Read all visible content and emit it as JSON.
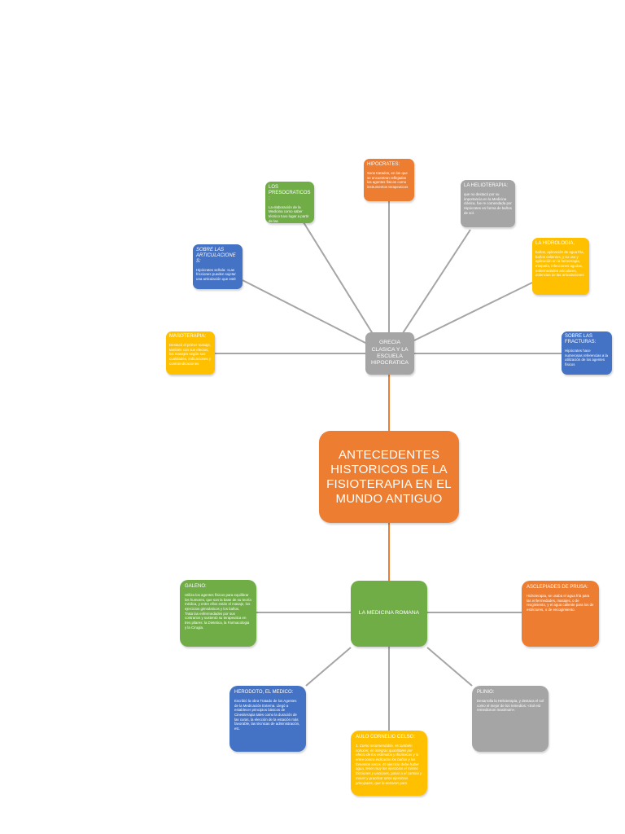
{
  "title": "ANTECEDENTES HISTORICOS DE LA FISIOTERAPIA EN EL MUNDO ANTIGUO",
  "colors": {
    "green": "#70ad47",
    "orange": "#ed7d31",
    "gray": "#a5a5a5",
    "blue": "#4472c4",
    "yellow": "#ffc000",
    "line_gray": "#a5a5a5",
    "line_orange": "#ed7d31"
  },
  "grecia": {
    "hub": "GRECIA CLASICA Y LA ESCUELA HIPOCRATICA",
    "presocraticos": {
      "title": "LOS PRESOCRATICOS :",
      "body": "La elaboración de la Medicina como saber técnico tuvo lugar a partir de las"
    },
    "hipocrates": {
      "title": "HIPOCRATES:",
      "body": "Sons tratados, en los que se encuentran reflejados los agentes físicos como instrumentos terapeuticos"
    },
    "helioterapia": {
      "title": "LA HELIOTERAPIA:",
      "body": "que no destacó por su importancia en la Medicina clásica, fue re comendada por Hipócrates en forma de baños de sol."
    },
    "articulaciones": {
      "title": "SOBRE LAS ARTICULACIONE S:",
      "body": "Hipócrates señala: «Las fricciones pueden sujetar una articulación que esté"
    },
    "hidrologia": {
      "title": "LA HIDROLOGIA,",
      "body": "baños, aplicación de agua fría, baños calientes, y su uso y aplicación en la hemorragia, miopatía, infecciones agudas, enfermedades articulares, dolencias de las articulaciones"
    },
    "masoterapia": {
      "title": "MASOTERAPIA:",
      "body": "Destacó el primer masaje, también con sus efectos, los masajes según sus cualidades, indicaciones y contraindicaciones"
    },
    "fracturas": {
      "title": "SOBRE LAS FRACTURAS:",
      "body": "Hipócrates hace numerosas referencias a la utilización de los agentes físicos"
    }
  },
  "roma": {
    "hub": "LA MEDICINA ROMANA",
    "galeno": {
      "title": "GALENO:",
      "body1": "Utiliza los agentes físicos para equilibrar los humores, que son la base de su teoría médica, y entre ellos están el masaje, los ejercicios gimnásticos y los baños.",
      "body2": "Trata las enfermedades por sus contrarios y sustentó su terapeutica en tres pilares: la Dietetica, la Farmacologia y la Cirugia."
    },
    "asclepiades": {
      "title": "ASCLEPIADES DE PRUSA:",
      "body": "Hidroterapia, se usaba el agua fría para las enfermedades, masajes, o de reogimiento, y el agua caliente para los de estrictures, o de encogimiento."
    },
    "herodoto": {
      "title": "HERODOTO, EL MEDICO:",
      "body": "Escribió la obra Tratado de los Agentes de la Medicación Externa. Llegó a establecer principios básicos de Cinesiterapia tales como la duración de las curas, la elección de la estación más favorable, las técnicas de administración, etc."
    },
    "celso": {
      "title": "AULO CORNELIO CELSO:",
      "body": "1. Como recomendable, es también conocer, en integras quantitates por efecto de los estímulos y dinámicas y la entre contra indicados los baños y las fomentos secos. El ejercicio debe haber agua, tener muy los ejercicios el mismo fricciones y unciones, pasar a el camino y mover y practicar otros ejercicios principales, que lo entraron para"
    },
    "plinio": {
      "title": "PLINIO:",
      "body": "Desarrolla la Helioterapia, y destaca el sol como el mejor de los remedios: «Sol est remediorum maximum»."
    }
  }
}
